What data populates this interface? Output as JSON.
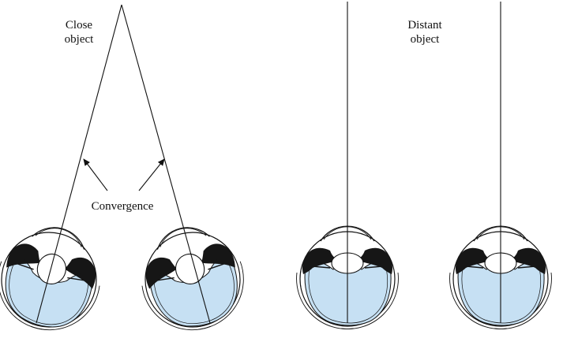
{
  "labels": {
    "close_object": [
      "Close",
      "object"
    ],
    "distant_object": [
      "Distant",
      "object"
    ],
    "convergence": "Convergence"
  },
  "colors": {
    "line": "#111111",
    "vitreous": "#c6e0f3",
    "iris": "#161616",
    "lens": "#ffffff",
    "background": "#ffffff"
  },
  "icons": {
    "eye": "eye-cross-section-icon",
    "arrow": "arrow-icon"
  }
}
